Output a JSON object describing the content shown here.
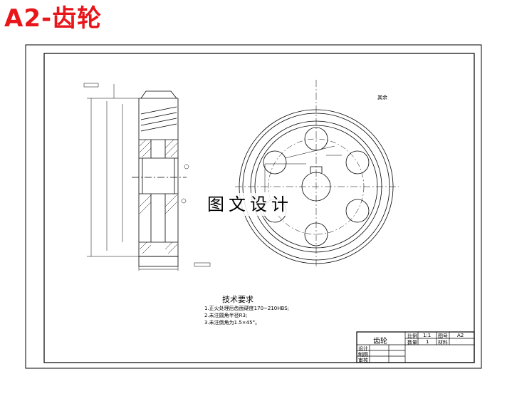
{
  "page_title": "A2-齿轮",
  "watermark": "图文设计",
  "roughness_note": "其余",
  "technical_requirements": {
    "title": "技术要求",
    "items": [
      "1.正火处理后齿面硬度170~210HBS;",
      "2.未注圆角半径R3;",
      "3.未注倒角为1.5×45°。"
    ]
  },
  "title_block": {
    "part_name": "齿轮",
    "scale_label": "比例",
    "scale_value": "1:1",
    "drawing_no_label": "图号",
    "drawing_no_value": "A2",
    "quantity_label": "数量",
    "quantity_value": "1",
    "material_label": "材料",
    "designer_label": "设计",
    "drafter_label": "制图",
    "reviewer_label": "审核"
  }
}
